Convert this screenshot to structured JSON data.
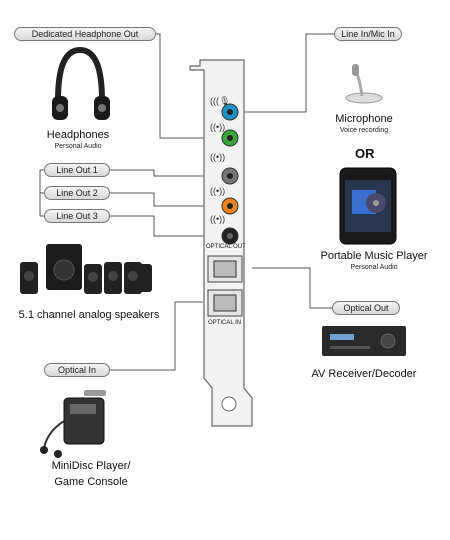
{
  "ports": {
    "dedicated_headphone_out": "Dedicated Headphone Out",
    "line_in_mic_in": "Line In/Mic In",
    "line_out_1": "Line Out 1",
    "line_out_2": "Line Out 2",
    "line_out_3": "Line Out 3",
    "optical_out": "Optical Out",
    "optical_in": "Optical In"
  },
  "bracket": {
    "optical_out_label": "OPTICAL  OUT",
    "optical_in_label": "OPTICAL  IN"
  },
  "devices": {
    "headphones": {
      "name": "Headphones",
      "sub": "Personal Audio"
    },
    "microphone": {
      "name": "Microphone",
      "sub": "Voice recording"
    },
    "or_text": "OR",
    "music_player": {
      "name": "Portable Music Player",
      "sub": "Personal Audio"
    },
    "speakers": {
      "name": "5.1 channel analog speakers"
    },
    "av_receiver": {
      "name": "AV Receiver/Decoder"
    },
    "minidisc": {
      "name_line1": "MiniDisc Player/",
      "name_line2": "Game Console"
    }
  },
  "colors": {
    "mic_jack": "#1e90c8",
    "headphone_jack": "#3aa53a",
    "line_out_2_jack": "#e8861a",
    "line_out_1_jack": "#777777",
    "line_out_3_jack": "#222222"
  }
}
